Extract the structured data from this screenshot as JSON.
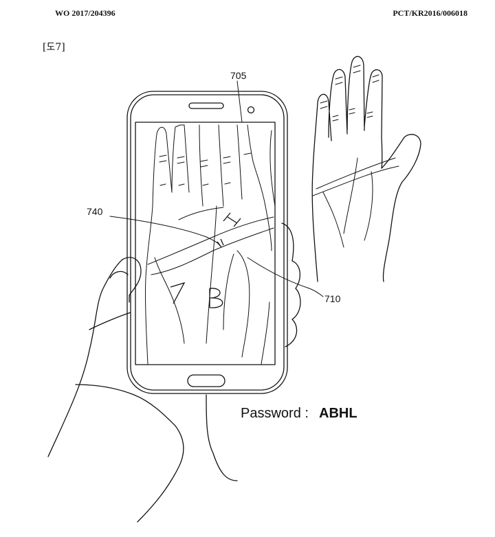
{
  "header": {
    "left": "WO 2017/204396",
    "right": "PCT/KR2016/006018"
  },
  "figure_label": "[도7]",
  "refs": {
    "phone": "705",
    "palm_letters": "740",
    "palm_image": "710"
  },
  "password": {
    "label": "Password :",
    "value": "ABHL"
  }
}
